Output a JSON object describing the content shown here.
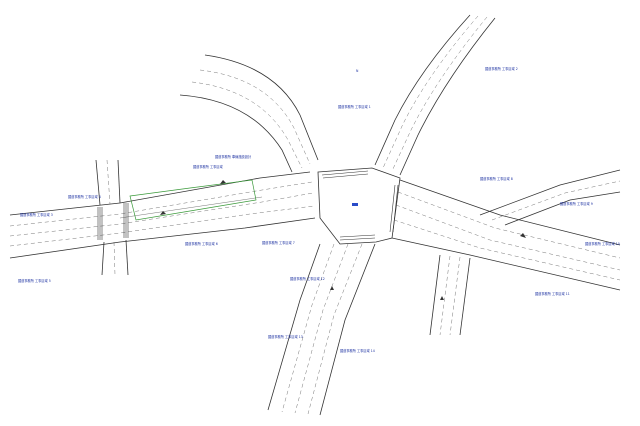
{
  "diagram": {
    "north_marker": "N",
    "labels": [
      {
        "id": "lbl-nw-1",
        "text": "國道事務所 車線施設設計"
      },
      {
        "id": "lbl-nw-2",
        "text": "國道事務所 工事区域"
      },
      {
        "id": "lbl-n-1",
        "text": "國道事務所 工事区域 1"
      },
      {
        "id": "lbl-ne-1",
        "text": "國道事務所 工事区域 2"
      },
      {
        "id": "lbl-w-1",
        "text": "國道事務所 工事区域 3"
      },
      {
        "id": "lbl-w-2",
        "text": "國道事務所 工事区域 4"
      },
      {
        "id": "lbl-w-3",
        "text": "國道事務所 工事区域 5"
      },
      {
        "id": "lbl-c-1",
        "text": "國道事務所 工事区域 6"
      },
      {
        "id": "lbl-c-2",
        "text": "國道事務所 工事区域 7"
      },
      {
        "id": "lbl-e-1",
        "text": "國道事務所 工事区域 8"
      },
      {
        "id": "lbl-e-2",
        "text": "國道事務所 工事区域 9"
      },
      {
        "id": "lbl-e-3",
        "text": "國道事務所 工事区域 10"
      },
      {
        "id": "lbl-se-1",
        "text": "國道事務所 工事区域 11"
      },
      {
        "id": "lbl-s-1",
        "text": "國道事務所 工事区域 12"
      },
      {
        "id": "lbl-s-2",
        "text": "國道事務所 工事区域 13"
      },
      {
        "id": "lbl-s-3",
        "text": "國道事務所 工事区域 14"
      }
    ]
  }
}
